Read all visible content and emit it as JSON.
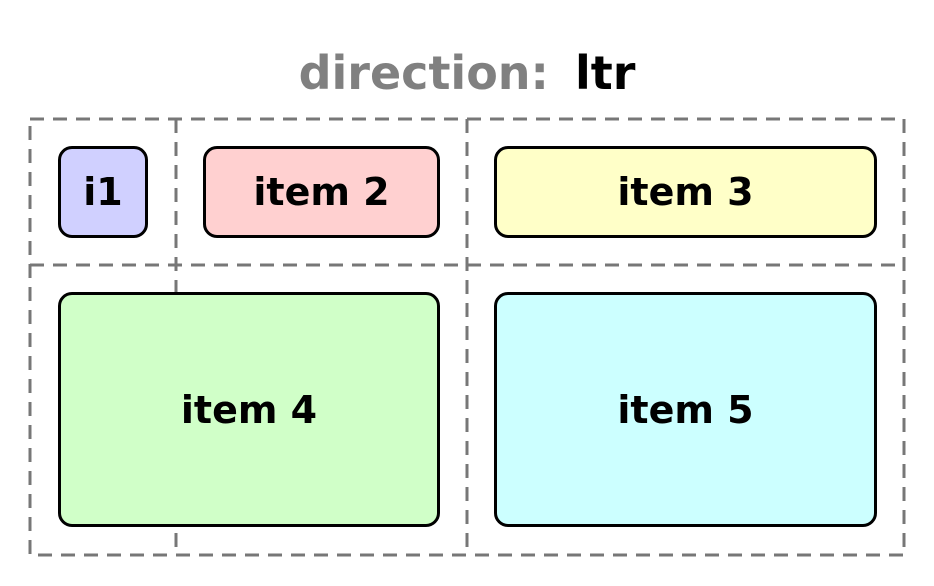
{
  "title": {
    "property": "direction:",
    "value": "ltr"
  },
  "items": [
    {
      "label": "i1",
      "color": "#d0d0ff"
    },
    {
      "label": "item 2",
      "color": "#ffd0d0"
    },
    {
      "label": "item 3",
      "color": "#ffffc8"
    },
    {
      "label": "item 4",
      "color": "#d0ffc8"
    },
    {
      "label": "item 5",
      "color": "#ccffff"
    }
  ],
  "grid_line_color": "#777777"
}
